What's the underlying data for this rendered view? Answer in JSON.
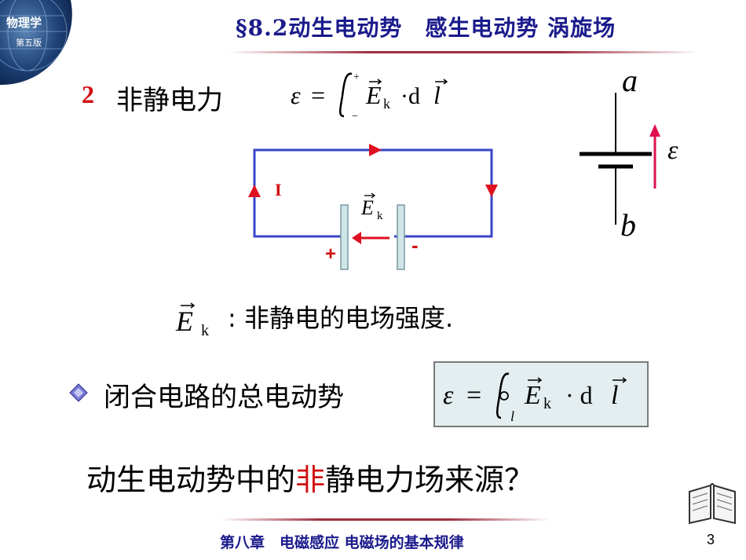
{
  "logo": {
    "line1": "物理学",
    "line2": "第五版"
  },
  "header": {
    "title": "§8.2动生电动势　感生电动势 涡旋场"
  },
  "section": {
    "number": "2",
    "title": "非静电力"
  },
  "formula_nonelectrostatic": {
    "lhs": "ε",
    "eq": "=",
    "upper": "+",
    "lower": "−",
    "field": "E",
    "sub": "k",
    "dot": "·d",
    "dl": "l"
  },
  "circuit": {
    "current_label": "I",
    "field_label": "E",
    "field_sub": "k",
    "plus": "+",
    "minus": "-"
  },
  "battery_symbol": {
    "top": "a",
    "bottom": "b",
    "emf": "ε"
  },
  "ek_definition": {
    "symbol": "E",
    "sub": "k",
    "text": ": 非静电的电场强度."
  },
  "bullet": {
    "text": "闭合电路的总电动势"
  },
  "formula_closed": {
    "lhs": "ε",
    "eq": "=",
    "contour": "l",
    "field": "E",
    "sub": "k",
    "dot": "· d",
    "dl": "l"
  },
  "question": {
    "part1": "动生电动势中的",
    "highlight": "非",
    "part2": "静电力场来源？"
  },
  "footer": {
    "text": "第八章　电磁感应 电磁场的基本规律"
  },
  "page": {
    "number": "3"
  },
  "colors": {
    "title": "#1a1a8c",
    "accent_red": "#d01010",
    "circuit_blue": "#3a44c8",
    "arrow_red": "#e01020",
    "box_bg": "#e4eef0"
  }
}
